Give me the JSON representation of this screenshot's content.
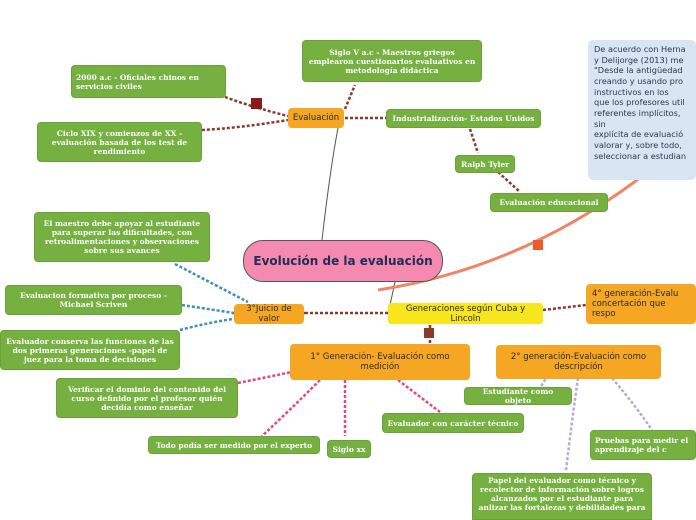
{
  "central": {
    "title": "Evolución de la evaluación"
  },
  "branches": {
    "evaluacion": {
      "label": "Evaluación",
      "children": [
        "2000 a.c - Oficiales chinos en servicios civiles",
        "Siglo V a.c - Maestros griegos emplearon cuestionarios evaluativos en metodología didáctica",
        "Ciclo XIX y comienzos de XX - evaluación basada de los test de rendimiento",
        "Industrialización- Estados Unidos",
        "Ralph Tyler",
        "Evaluación educacional"
      ]
    },
    "juicio": {
      "label": "3°Juicio de valor",
      "children": [
        "El maestro debe apoyar al estudiante para superar las dificultades, con retroalimentaciones y observaciones sobre sus avances",
        "Evaluacion formativa por proceso - Michael Scriven",
        "Evaluador conserva las funciones de las dos primeras generaciones -papel de juez para la toma de decisiones"
      ]
    },
    "generaciones": {
      "label": "Generaciones según Cuba y Lincoln",
      "gen1": {
        "label": "1° Generación- Evaluación como medición",
        "children": [
          "Verificar el dominio del contenido del curso definido por el profesor quién decidía como enseñar",
          "Todo podía ser medido por el experto",
          "Siglo xx",
          "Evaluador con carácter técnico"
        ]
      },
      "gen2": {
        "label": "2° generación-Evaluación como descripción",
        "children": [
          "Estudiante como objeto",
          "Pruebas para medir el aprendizaje del c",
          "Papel del evaluador como técnico y recolector de información sobre logros alcanzados por el estudiante para anlizar las fortalezas y debilidades para"
        ]
      },
      "gen4": {
        "label": "4° generación-Evalu concertación que respo"
      }
    }
  },
  "note": {
    "text": "De acuerdo con Herna\ny Delijorge  (2013) me\n\"Desde la antigüedad\ncreando y usando pro\ninstructivos en los\nque los profesores util\nreferentes implícitos, sin\nexplícita de evaluació\nvalorar y, sobre todo,\nseleccionar a estudian"
  },
  "colors": {
    "node_green": "#76b041",
    "node_orange": "#f5a623",
    "node_yellow": "#f7e61b",
    "central_pink": "#f48aaf",
    "link_brown": "#8b3a2a",
    "link_pink": "#e8457d",
    "link_blue": "#3b8fc4",
    "link_lavender": "#b8a8d8",
    "link_salmon": "#f08466",
    "note_bg": "#d8e6f3",
    "marker_red": "#8b1a1a"
  }
}
